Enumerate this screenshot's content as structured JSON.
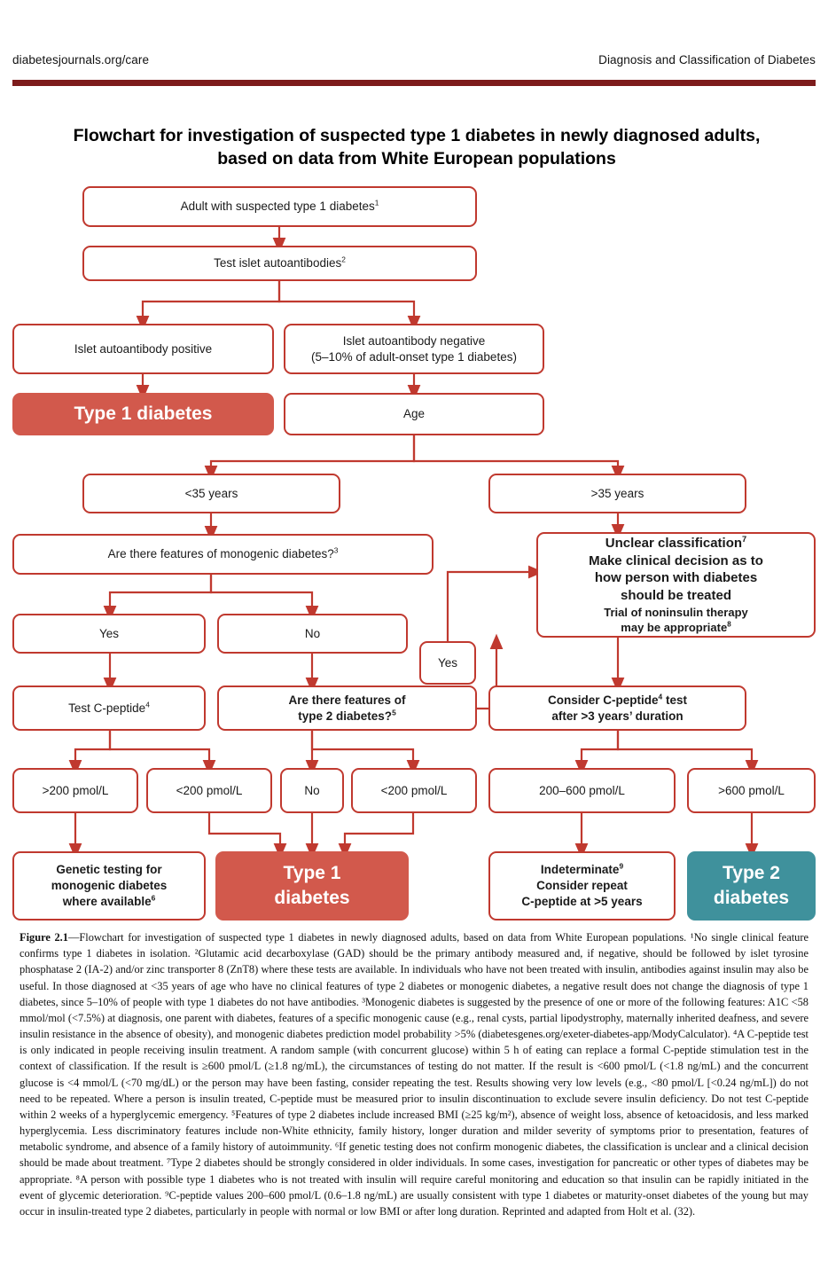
{
  "runninghead": {
    "left": "diabetesjournals.org/care",
    "right": "Diagnosis and Classification of Diabetes"
  },
  "colors": {
    "stroke": "#c0392f",
    "type1_fill": "#d2594c",
    "type2_fill": "#3f919c",
    "rule": "#7d1c1c"
  },
  "figure": {
    "title_line1": "Flowchart for investigation of suspected type 1 diabetes in newly",
    "title_line2": "diagnosed adults, based on data from White European populations"
  },
  "nodes": {
    "adult_suspected": "Adult with suspected type 1 diabetes",
    "adult_suspected_sup": "1",
    "test_islet": "Test islet autoantibodies",
    "test_islet_sup": "2",
    "aab_positive": "Islet autoantibody positive",
    "aab_negative_l1": "Islet autoantibody negative",
    "aab_negative_l2": "(5–10% of adult-onset type 1 diabetes)",
    "type1_left": "Type 1 diabetes",
    "age": "Age",
    "under35": "<35 years",
    "over35": ">35 years",
    "monogenic_q": "Are there features of monogenic diabetes?",
    "monogenic_q_sup": "3",
    "unclear_l1": "Unclear classification",
    "unclear_l1_sup": "7",
    "unclear_l2": "Make clinical decision as to",
    "unclear_l3": "how person with diabetes",
    "unclear_l4": "should be treated",
    "unclear_l5": "Trial of noninsulin therapy",
    "unclear_l6": "may be appropriate",
    "unclear_l6_sup": "8",
    "yes_left": "Yes",
    "no_left": "No",
    "yes_mid": "Yes",
    "test_cpeptide": "Test C-peptide",
    "test_cpeptide_sup": "4",
    "type2_q_l1": "Are there features of",
    "type2_q_l2": "type 2 diabetes?",
    "type2_q_sup": "5",
    "consider_cpep_l1a": "Consider C-peptide",
    "consider_cpep_sup": "4",
    "consider_cpep_l1b": " test",
    "consider_cpep_l2": "after >3 years’ duration",
    "over200": ">200 pmol/L",
    "under200_a": "<200 pmol/L",
    "no_mid": "No",
    "under200_b": "<200 pmol/L",
    "range200_600": "200–600 pmol/L",
    "over600": ">600 pmol/L",
    "genetic_l1": "Genetic testing for",
    "genetic_l2": "monogenic diabetes",
    "genetic_l3": "where available",
    "genetic_sup": "6",
    "type1_bottom_l1": "Type 1",
    "type1_bottom_l2": "diabetes",
    "indeterminate_l1": "Indeterminate",
    "indeterminate_sup": "9",
    "indeterminate_l2": "Consider repeat",
    "indeterminate_l3": "C-peptide at >5 years",
    "type2_bottom_l1": "Type 2",
    "type2_bottom_l2": "diabetes"
  },
  "caption": {
    "label": "Figure 2.1",
    "body": "—Flowchart for investigation of suspected type 1 diabetes in newly diagnosed adults, based on data from White European populations. ¹No single clinical feature confirms type 1 diabetes in isolation. ²Glutamic acid decarboxylase (GAD) should be the primary antibody measured and, if negative, should be followed by islet tyrosine phosphatase 2 (IA-2) and/or zinc transporter 8 (ZnT8) where these tests are available. In individuals who have not been treated with insulin, antibodies against insulin may also be useful. In those diagnosed at <35 years of age who have no clinical features of type 2 diabetes or monogenic diabetes, a negative result does not change the diagnosis of type 1 diabetes, since 5–10% of people with type 1 diabetes do not have antibodies. ³Monogenic diabetes is suggested by the presence of one or more of the following features: A1C <58 mmol/mol (<7.5%) at diagnosis, one parent with diabetes, features of a specific monogenic cause (e.g., renal cysts, partial lipodystrophy, maternally inherited deafness, and severe insulin resistance in the absence of obesity), and monogenic diabetes prediction model probability >5% (diabetesgenes.org/exeter-diabetes-app/ModyCalculator). ⁴A C-peptide test is only indicated in people receiving insulin treatment. A random sample (with concurrent glucose) within 5 h of eating can replace a formal C-peptide stimulation test in the context of classification. If the result is ≥600 pmol/L (≥1.8 ng/mL), the circumstances of testing do not matter. If the result is <600 pmol/L (<1.8 ng/mL) and the concurrent glucose is <4 mmol/L (<70 mg/dL) or the person may have been fasting, consider repeating the test. Results showing very low levels (e.g., <80 pmol/L [<0.24 ng/mL]) do not need to be repeated. Where a person is insulin treated, C-peptide must be measured prior to insulin discontinuation to exclude severe insulin deficiency. Do not test C-peptide within 2 weeks of a hyperglycemic emergency. ⁵Features of type 2 diabetes include increased BMI (≥25 kg/m²), absence of weight loss, absence of ketoacidosis, and less marked hyperglycemia. Less discriminatory features include non-White ethnicity, family history, longer duration and milder severity of symptoms prior to presentation, features of metabolic syndrome, and absence of a family history of autoimmunity. ⁶If genetic testing does not confirm monogenic diabetes, the classification is unclear and a clinical decision should be made about treatment. ⁷Type 2 diabetes should be strongly considered in older individuals. In some cases, investigation for pancreatic or other types of diabetes may be appropriate. ⁸A person with possible type 1 diabetes who is not treated with insulin will require careful monitoring and education so that insulin can be rapidly initiated in the event of glycemic deterioration. ⁹C-peptide values 200–600 pmol/L (0.6–1.8 ng/mL) are usually consistent with type 1 diabetes or maturity-onset diabetes of the young but may occur in insulin-treated type 2 diabetes, particularly in people with normal or low BMI or after long duration. Reprinted and adapted from Holt et al. (32)."
  }
}
